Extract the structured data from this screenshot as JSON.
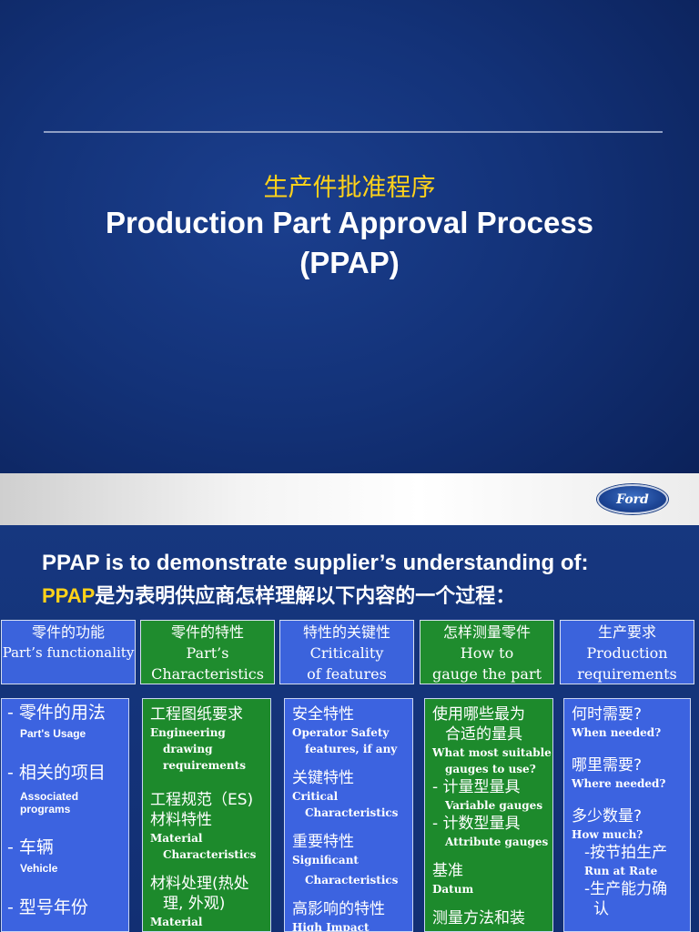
{
  "slide1": {
    "title_cn": "生产件批准程序",
    "title_en": "Production Part Approval Process",
    "title_abbr": "(PPAP)",
    "logo_text": "Ford"
  },
  "slide2": {
    "heading_en": "PPAP is to demonstrate supplier’s understanding of:",
    "heading_cn_prefix": "PPAP",
    "heading_cn_rest": "是为表明供应商怎样理解以下内容的一个过程：",
    "headers": [
      {
        "cn": "零件的功能",
        "en1": "Part’s functionality",
        "en2": ""
      },
      {
        "cn": "零件的特性",
        "en1": "Part’s",
        "en2": "Characteristics"
      },
      {
        "cn": "特性的关键性",
        "en1": "Criticality",
        "en2": "of features"
      },
      {
        "cn": "怎样测量零件",
        "en1": "How to",
        "en2": "gauge the part"
      },
      {
        "cn": "生产要求",
        "en1": "Production",
        "en2": "requirements"
      }
    ],
    "col1": {
      "items": [
        {
          "cn": "- 零件的用法",
          "en": "Part's Usage",
          "en2": ""
        },
        {
          "cn": "- 相关的项目",
          "en": "Associated",
          "en2": "programs"
        },
        {
          "cn": "- 车辆",
          "en": "Vehicle",
          "en2": ""
        },
        {
          "cn": "- 型号年份",
          "en": "",
          "en2": ""
        }
      ]
    },
    "col2": {
      "l1": "工程图纸要求",
      "l2": "Engineering",
      "l3": "drawing",
      "l4": "requirements",
      "l5": "工程规范（ES)",
      "l6": "材料特性",
      "l7": "Material",
      "l8": "Characteristics",
      "l9": "材料处理(热处",
      "l10": "理, 外观)",
      "l11": "Material"
    },
    "col3": {
      "l1": "安全特性",
      "l2": "Operator Safety",
      "l3": "features, if any",
      "l4": "关键特性",
      "l5": "Critical",
      "l6": "Characteristics",
      "l7": "重要特性",
      "l8": "Significant",
      "l9": "Characteristics",
      "l10": "高影响的特性",
      "l11": "High Impact"
    },
    "col4": {
      "l1": "使用哪些最为",
      "l2": "合适的量具",
      "l3": "What most suitable",
      "l4": "gauges to use?",
      "l5": "- 计量型量具",
      "l6": "Variable gauges",
      "l7": "- 计数型量具",
      "l8": "Attribute gauges",
      "l9": "基准",
      "l10": "Datum",
      "l11": "测量方法和装"
    },
    "col5": {
      "l1": "何时需要?",
      "l2": "When needed?",
      "l3": "哪里需要?",
      "l4": "Where needed?",
      "l5": "多少数量?",
      "l6": "How much?",
      "l7": "-按节拍生产",
      "l8": "Run at Rate",
      "l9": "-生产能力确",
      "l10": "认"
    }
  },
  "colors": {
    "slide_blue": "#133278",
    "title_yellow": "#ffd21a",
    "header_blue": "#3b63dc",
    "header_green": "#1f8c2e"
  }
}
